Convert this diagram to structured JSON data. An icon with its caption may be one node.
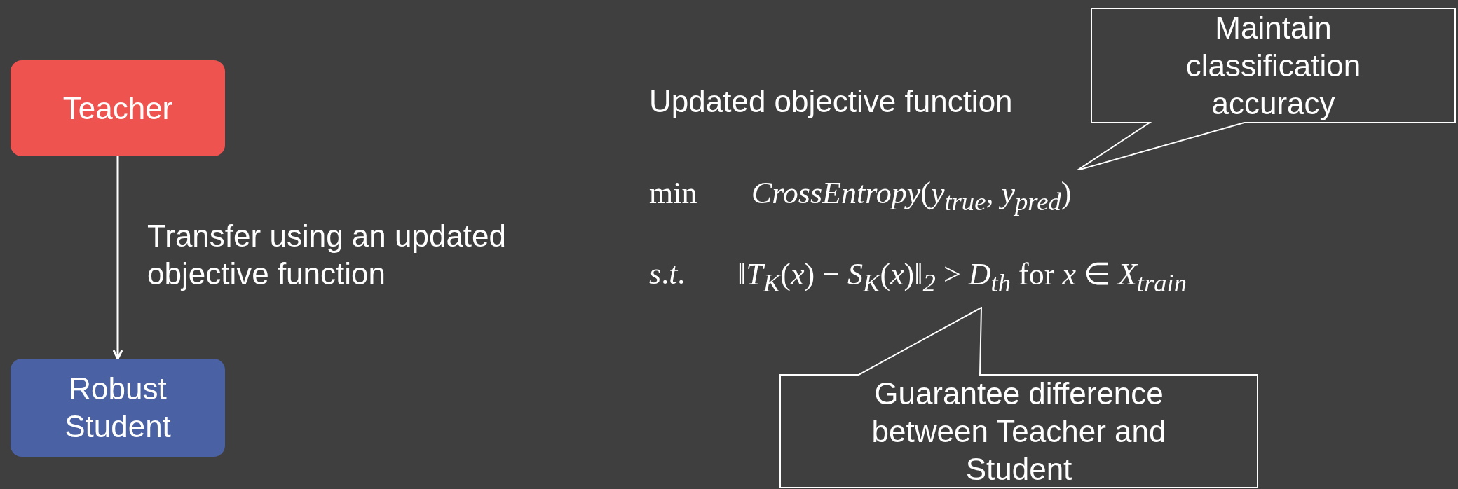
{
  "diagram": {
    "nodes": [
      {
        "text": [
          "Teacher"
        ]
      },
      {
        "text": [
          "Robust Student"
        ]
      },
      {
        "text": [
          "Maintain classification accuracy"
        ]
      },
      {
        "text": [
          "Guarantee difference between Teacher and Student"
        ]
      }
    ],
    "edges": [
      {
        "from": 0,
        "to": 1,
        "arrow": "to",
        "label": "Transfer using an updated objective function"
      }
    ],
    "labels": [
      "Updated objective function",
      "min",
      "*CrossEntropy*(*y*$_{true}$, *y*$_{pred}$)",
      "*s*.*t*.",
      "‖*T*$_{K}$(*x*) − *S*$_{K}$(*x*)‖$_{2}$ > *D*$_{th}$  for  *x* ∈ *X*$_{train}$"
    ]
  }
}
